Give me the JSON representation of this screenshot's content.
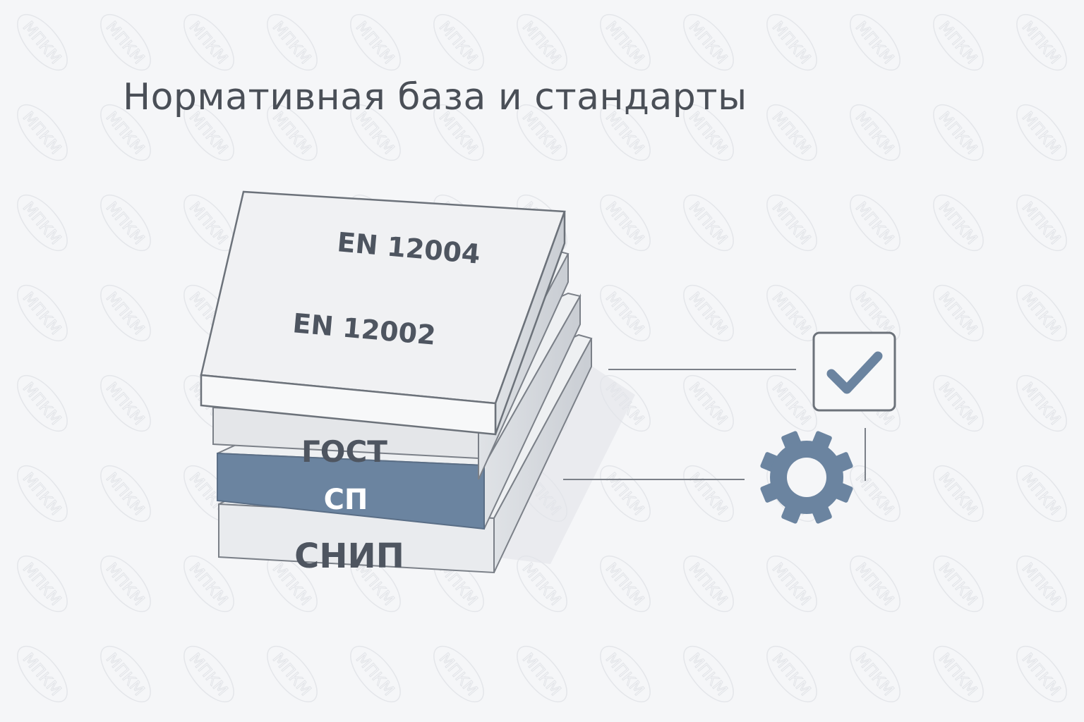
{
  "title": "Нормативная база и стандарты",
  "watermark": "МПКМ",
  "stack": {
    "top_label_1": "EN 12004",
    "top_label_2": "EN 12002",
    "layers": [
      "ГОСТ",
      "СП",
      "СНИП"
    ]
  },
  "icons": [
    "check-box-icon",
    "gear-icon"
  ],
  "colors": {
    "accent": "#6b84a0",
    "text": "#4a4f57",
    "background": "#f5f6f8"
  }
}
